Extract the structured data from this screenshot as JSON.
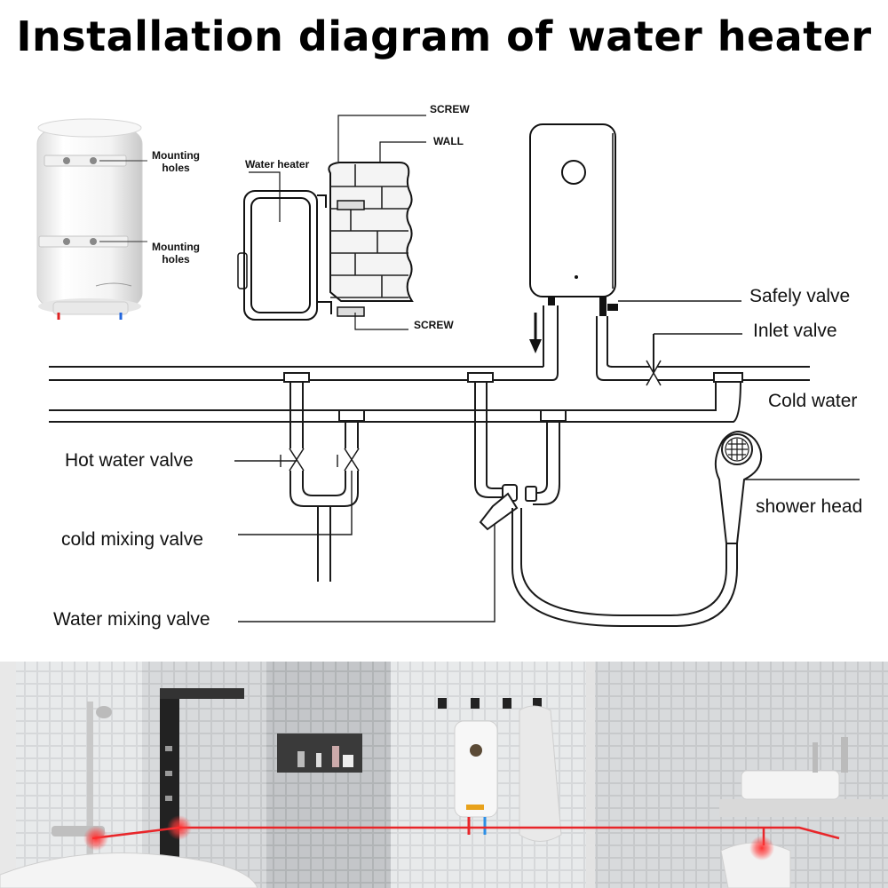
{
  "title": "Installation diagram of water heater",
  "mounting": {
    "label_top": "Mounting\nholes",
    "label_bottom": "Mounting\nholes",
    "top_line1": "Mounting",
    "top_line2": "holes",
    "bottom_line1": "Mounting",
    "bottom_line2": "holes"
  },
  "wall_detail": {
    "water_heater": "Water heater",
    "screw_top": "SCREW",
    "wall": "WALL",
    "screw_bottom": "SCREW"
  },
  "labels": {
    "safety_valve": "Safely valve",
    "inlet_valve": "Inlet valve",
    "cold_water": "Cold water",
    "hot_water_valve": "Hot water valve",
    "cold_mixing_valve": "cold mixing valve",
    "water_mixing_valve": "Water mixing valve",
    "shower_head": "shower head"
  },
  "colors": {
    "pipe_stroke": "#1a1a1a",
    "red_line": "#e8262a",
    "tile": "#b9bcbf",
    "heater_body": "#f4f4f4"
  },
  "icons": {
    "mount_hole": "mount-hole-icon",
    "arrow": "down-arrow-icon"
  }
}
